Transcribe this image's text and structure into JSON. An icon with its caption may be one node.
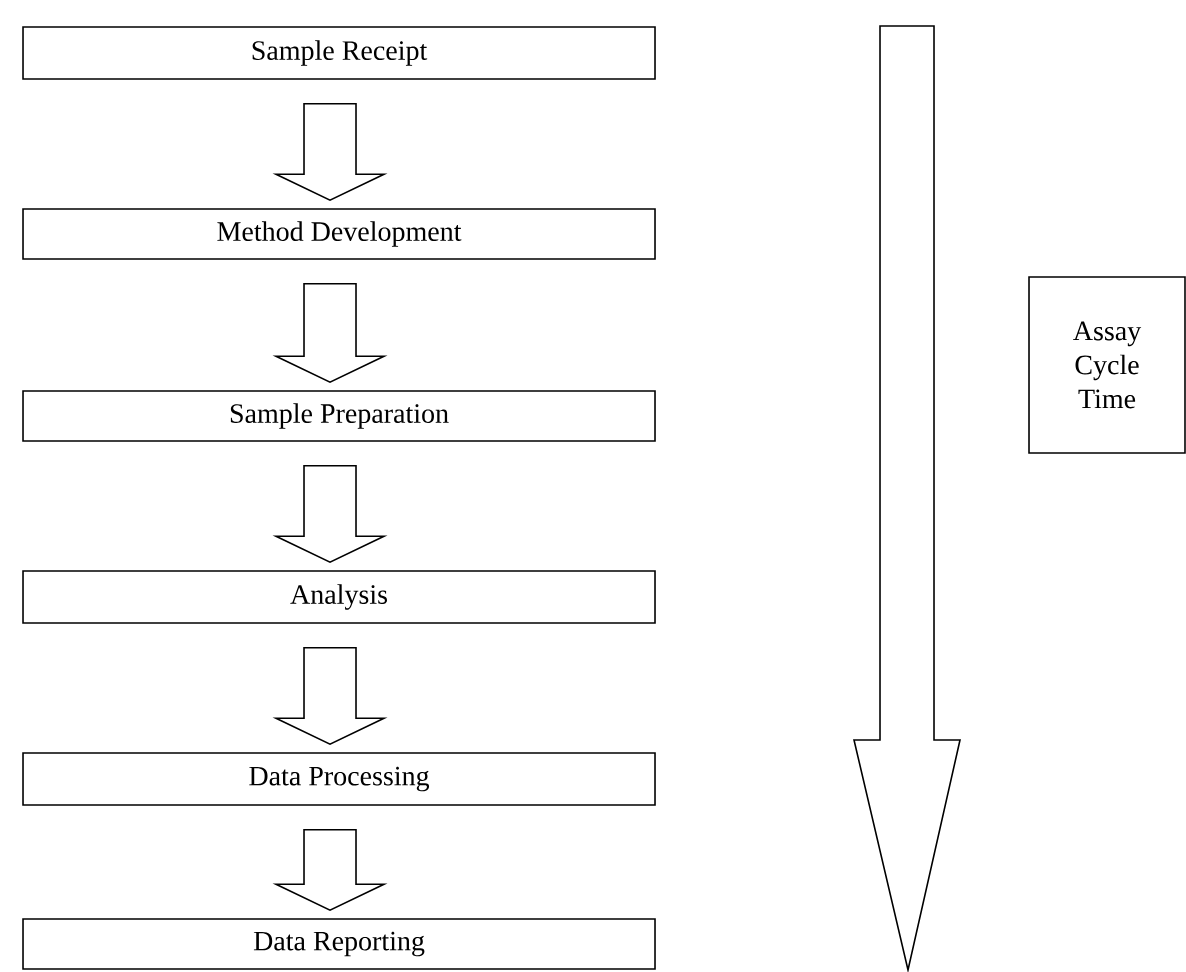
{
  "diagram": {
    "nodes": [
      {
        "text": [
          "Sample Receipt"
        ]
      },
      {
        "text": [
          "Method Development"
        ]
      },
      {
        "text": [
          "Sample Preparation"
        ]
      },
      {
        "text": [
          "Analysis"
        ]
      },
      {
        "text": [
          "Data Processing"
        ]
      },
      {
        "text": [
          "Data Reporting"
        ]
      },
      {
        "text": [
          "Assay Cycle Time"
        ]
      }
    ],
    "edges": [
      {
        "from": 0,
        "to": 1,
        "arrow": "to"
      },
      {
        "from": 1,
        "to": 2,
        "arrow": "to"
      },
      {
        "from": 2,
        "to": 3,
        "arrow": "to"
      },
      {
        "from": 3,
        "to": 4,
        "arrow": "to"
      },
      {
        "from": 4,
        "to": 5,
        "arrow": "to"
      }
    ]
  }
}
